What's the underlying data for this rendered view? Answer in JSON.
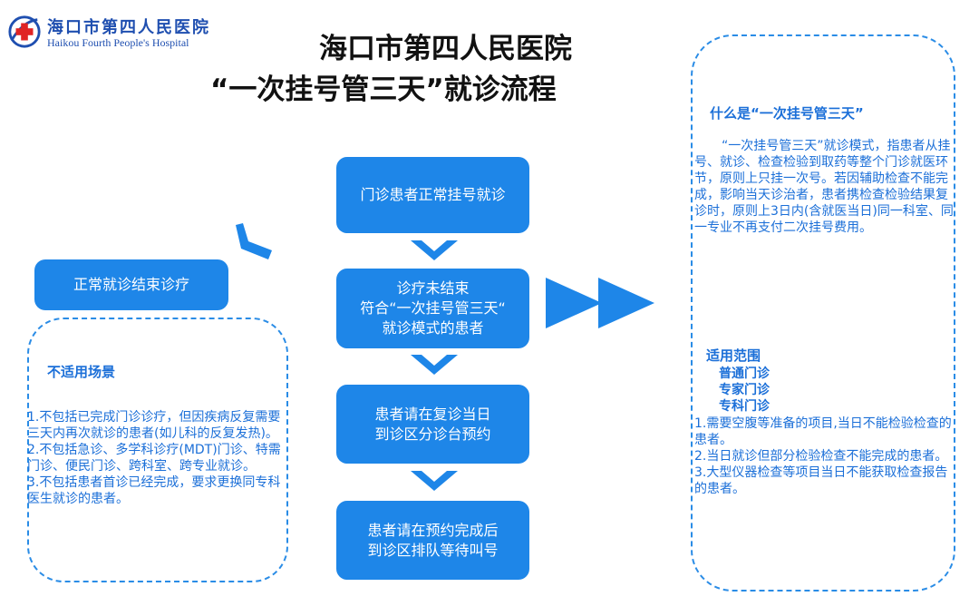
{
  "logo": {
    "name_cn": "海口市第四人民医院",
    "name_en": "Haikou Fourth People's Hospital",
    "colors": {
      "red": "#e02424",
      "blue": "#1f4fb0"
    }
  },
  "title": {
    "line1": "海口市第四人民医院",
    "line2": "“一次挂号管三天”就诊流程"
  },
  "flow": {
    "step1": "门诊患者正常挂号就诊",
    "step2": "诊疗未结束\n符合“一次挂号管三天“\n就诊模式的患者",
    "step3": "患者请在复诊当日\n到诊区分诊台预约",
    "step4": "患者请在预约完成后\n到诊区排队等待叫号",
    "end": "正常就诊结束诊疗",
    "box_color": "#1e86e8"
  },
  "left_panel": {
    "title": "不适用场景",
    "items": [
      "1.不包括已完成门诊诊疗，但因疾病反复需要三天内再次就诊的患者(如儿科的反复发热)。",
      "2.不包括急诊、多学科诊疗(MDT)门诊、特需门诊、便民门诊、跨科室、跨专业就诊。",
      "3.不包括患者首诊已经完成，要求更换同专科医生就诊的患者。"
    ]
  },
  "right_panel": {
    "title": "什么是“一次挂号管三天”",
    "paragraph": "“一次挂号管三天”就诊模式，指患者从挂号、就诊、检查检验到取药等整个门诊就医环节，原则上只挂一次号。若因辅助检查不能完成，影响当天诊治者，患者携检查检验结果复诊时，原则上3日内(含就医当日)同一科室、同一专业不再支付二次挂号费用。",
    "scope_title": "适用范围",
    "scope": [
      "普通门诊",
      "专家门诊",
      "专科门诊"
    ],
    "items": [
      "1.需要空腹等准备的项目,当日不能检验检查的患者。",
      "2.当日就诊但部分检验检查不能完成的患者。",
      "3.大型仪器检查等项目当日不能获取检查报告的患者。"
    ]
  },
  "icons": {
    "chevron": "chevron-down-icon",
    "arrow": "double-arrow-right-icon",
    "return": "return-arrow-icon"
  }
}
